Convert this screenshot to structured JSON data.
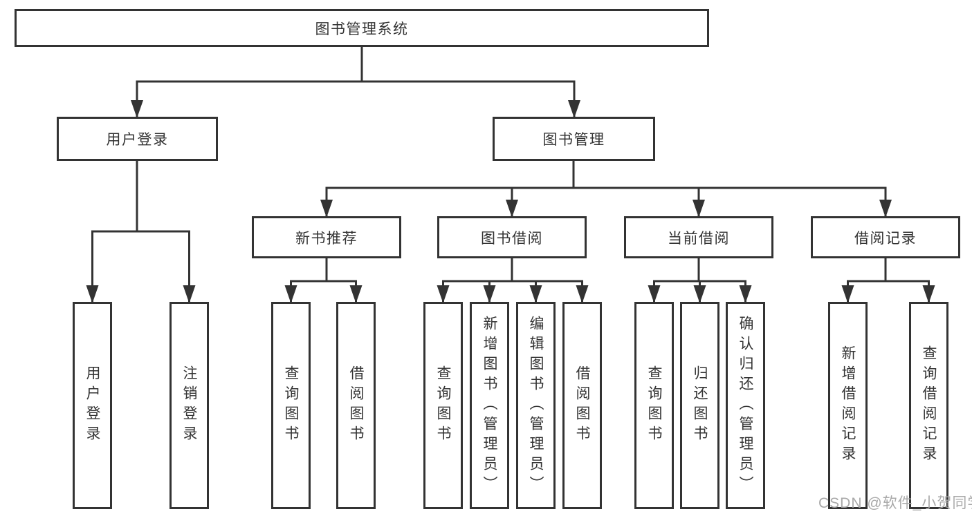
{
  "diagram": {
    "root": {
      "label": "图书管理系统",
      "children": [
        {
          "label": "用户登录",
          "children": [
            {
              "label": "用户登录"
            },
            {
              "label": "注销登录"
            }
          ]
        },
        {
          "label": "图书管理",
          "children": [
            {
              "label": "新书推荐",
              "children": [
                {
                  "label": "查询图书"
                },
                {
                  "label": "借阅图书"
                }
              ]
            },
            {
              "label": "图书借阅",
              "children": [
                {
                  "label": "查询图书"
                },
                {
                  "label": "新增图书（管理员）"
                },
                {
                  "label": "编辑图书（管理员）"
                },
                {
                  "label": "借阅图书"
                }
              ]
            },
            {
              "label": "当前借阅",
              "children": [
                {
                  "label": "查询图书"
                },
                {
                  "label": "归还图书"
                },
                {
                  "label": "确认归还（管理员）"
                }
              ]
            },
            {
              "label": "借阅记录",
              "children": [
                {
                  "label": "新增借阅记录"
                },
                {
                  "label": "查询借阅记录"
                }
              ]
            }
          ]
        }
      ]
    }
  },
  "watermark": {
    "text": "CSDN @软件_小贺同学"
  },
  "colors": {
    "line": "#333333",
    "text": "#333333",
    "background": "#ffffff",
    "watermark": "#a9a9a9"
  }
}
